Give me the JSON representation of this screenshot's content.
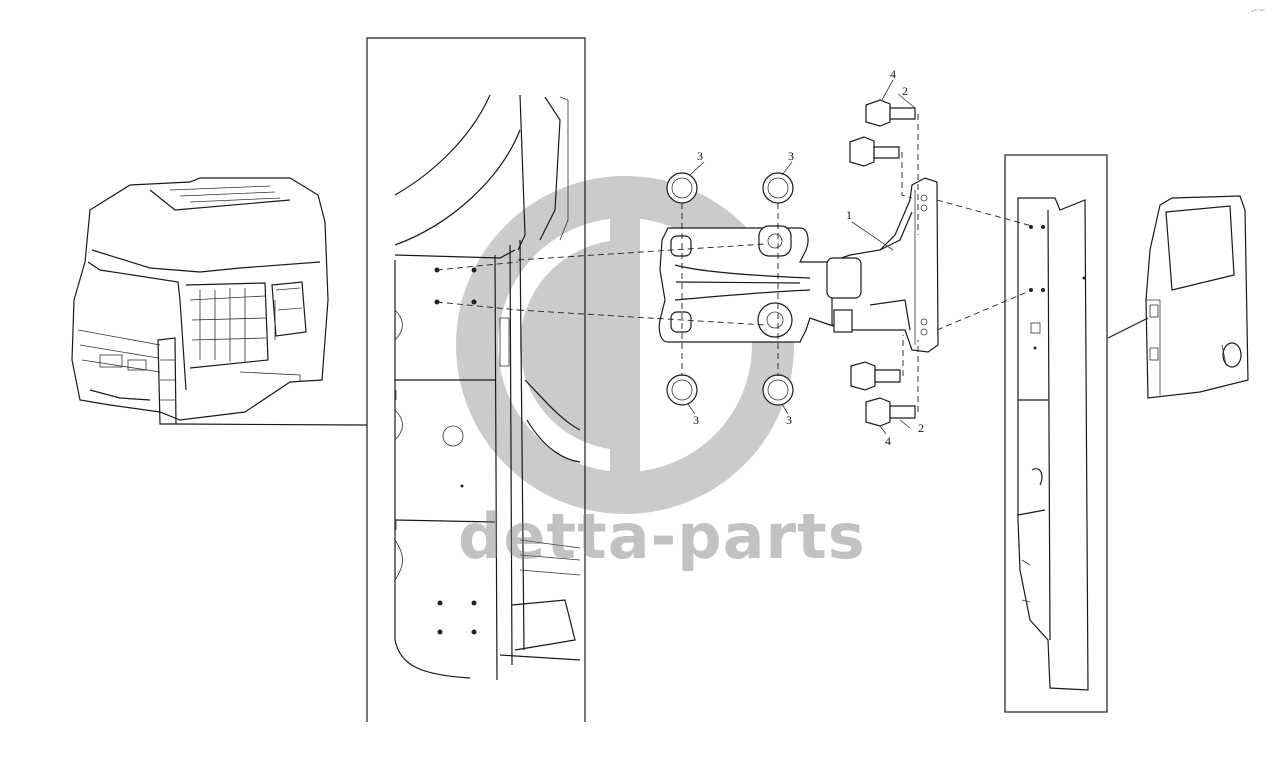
{
  "diagram": {
    "callouts": {
      "part_1": "1",
      "part_2_top": "2",
      "part_2_bottom": "2",
      "part_3_tl": "3",
      "part_3_tr": "3",
      "part_3_bl": "3",
      "part_3_br": "3",
      "part_4_top": "4",
      "part_4_bottom": "4"
    }
  },
  "watermark": {
    "text": "detta-parts",
    "color": "#7a7a7a",
    "opacity": 0.45
  },
  "corner_mark": "∘ᵒ ˢᵉʳ"
}
